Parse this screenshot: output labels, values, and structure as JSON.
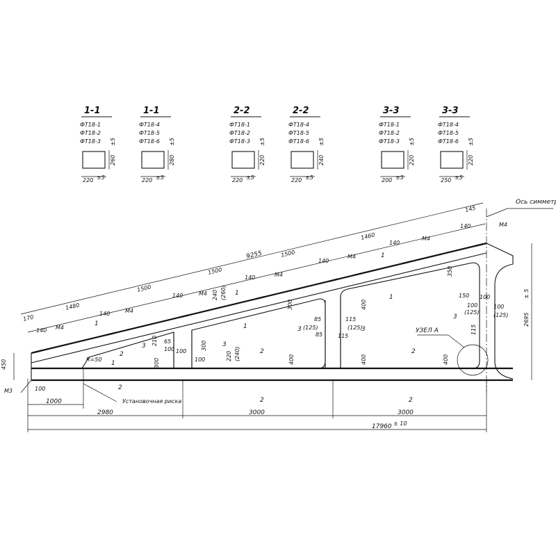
{
  "sections": [
    {
      "title": "1-1",
      "marks": [
        "ФТ18-1",
        "ФТ18-2",
        "ФТ18-3"
      ],
      "height": "260",
      "width": "220",
      "tol_h": "±5",
      "tol_w": "±5"
    },
    {
      "title": "1-1",
      "marks": [
        "ФТ18-4",
        "ФТ18-5",
        "ФТ18-6"
      ],
      "height": "280",
      "width": "220",
      "tol_h": "±5",
      "tol_w": "±5"
    },
    {
      "title": "2-2",
      "marks": [
        "ФТ18-1",
        "ФТ18-2",
        "ФТ18-3"
      ],
      "height": "220",
      "width": "220",
      "tol_h": "±5",
      "tol_w": "±5"
    },
    {
      "title": "2-2",
      "marks": [
        "ФТ18-4",
        "ФТ18-5",
        "ФТ18-6"
      ],
      "height": "240",
      "width": "220",
      "tol_h": "±5",
      "tol_w": "±5"
    },
    {
      "title": "3-3",
      "marks": [
        "ФТ18-1",
        "ФТ18-2",
        "ФТ18-3"
      ],
      "height": "220",
      "width": "200",
      "tol_h": "±5",
      "tol_w": "±5"
    },
    {
      "title": "3-3",
      "marks": [
        "ФТ18-4",
        "ФТ18-5",
        "ФТ18-6"
      ],
      "height": "220",
      "width": "250",
      "tol_h": "±5",
      "tol_w": "±5"
    }
  ],
  "axis_label": "Ось симметрии",
  "top_dims": {
    "overall": "9255",
    "segments": [
      "1480",
      "1500",
      "1500",
      "1500",
      "1460"
    ],
    "pad_end": "145",
    "pad_start": "170"
  },
  "plate_label": "М4",
  "plate_size": "140",
  "anchor_label": "М3",
  "mark_label": "Установочная риска",
  "node_label": "УЗЕЛ А",
  "section_marks": {
    "one": "1",
    "two": "2",
    "three": "3"
  },
  "dims": {
    "d450": "450",
    "d100": "100",
    "d1000": "1000",
    "d2980": "2980",
    "d3000": "3000",
    "d17960": "17960",
    "tol10": "± 10",
    "d2695": "2695",
    "tol5": "± 5",
    "r50": "R=50",
    "d210": "210",
    "d300": "300",
    "d65": "65",
    "d220": "220",
    "d240p": "(240)",
    "d260p": "(260)",
    "d240": "240",
    "d400": "400",
    "d115": "115",
    "d85": "85",
    "d125p": "(125)",
    "d350": "350",
    "d150": "150",
    "d100p": "100"
  }
}
